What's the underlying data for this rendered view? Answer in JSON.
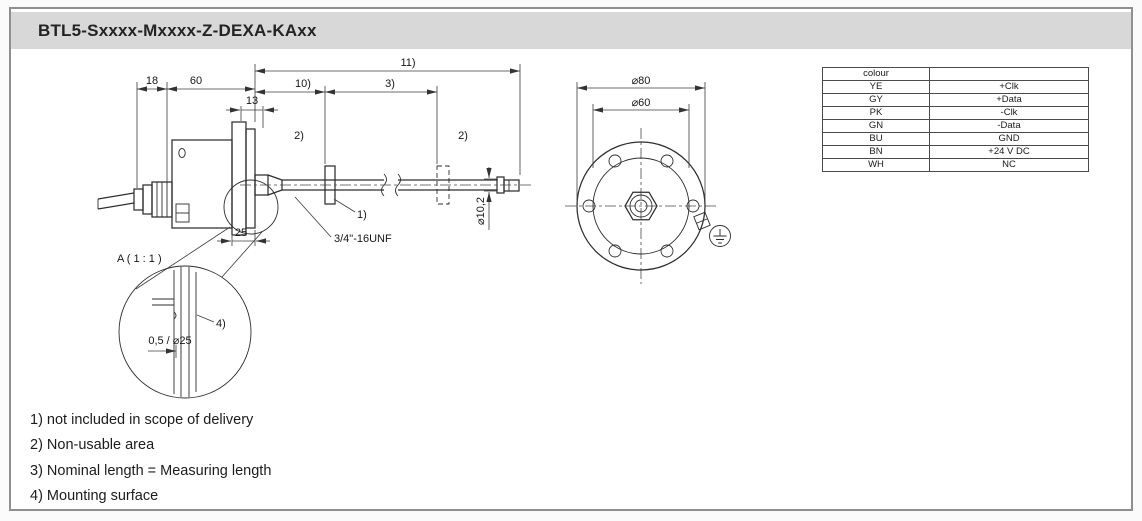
{
  "header": {
    "title": "BTL5-Sxxxx-Mxxxx-Z-DEXA-KAxx"
  },
  "side_view": {
    "dim_11": "11)",
    "dim_18": "18",
    "dim_60": "60",
    "dim_13": "13",
    "dim_10": "10)",
    "dim_3": "3)",
    "dim_25": "25",
    "note_2_left": "2)",
    "note_2_right": "2)",
    "note_1": "1)",
    "thread_label": "3/4\"-16UNF",
    "dia_rod": "⌀10,2"
  },
  "detail_view": {
    "label": "A  ( 1 : 1 )",
    "note_4": "4)",
    "dim": "0,5 /  ⌀25"
  },
  "front_view": {
    "dia_outer": "⌀80",
    "dia_inner": "⌀60"
  },
  "wiring_table": {
    "header": "colour",
    "rows": [
      {
        "color": "YE",
        "signal": "+Clk"
      },
      {
        "color": "GY",
        "signal": "+Data"
      },
      {
        "color": "PK",
        "signal": "-Clk"
      },
      {
        "color": "GN",
        "signal": "-Data"
      },
      {
        "color": "BU",
        "signal": "GND"
      },
      {
        "color": "BN",
        "signal": "+24 V DC"
      },
      {
        "color": "WH",
        "signal": "NC"
      }
    ]
  },
  "footnotes": [
    "1) not included in scope of delivery",
    "2) Non-usable area",
    "3) Nominal length = Measuring length",
    "4) Mounting surface"
  ]
}
